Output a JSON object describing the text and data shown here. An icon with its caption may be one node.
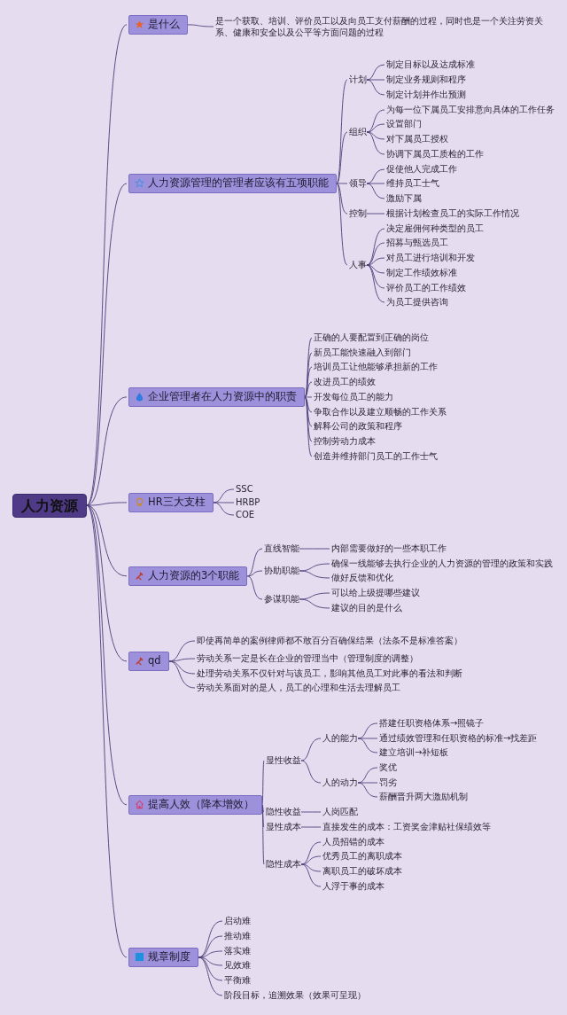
{
  "diagram": {
    "nodes": [
      {
        "text": [
          "人力资源"
        ]
      },
      {
        "text": [
          "是什么"
        ]
      },
      {
        "text": [
          "是一个获取、培训、评价员工以及向员工支付薪酬的过程，同时也是一个关注劳资关系、健康和安全以及公平等方面问题的过程"
        ]
      },
      {
        "text": [
          "人力资源管理的管理者应该有五项职能"
        ]
      },
      {
        "text": [
          "计划"
        ]
      },
      {
        "text": [
          "制定目标以及达成标准"
        ]
      },
      {
        "text": [
          "制定业务规则和程序"
        ]
      },
      {
        "text": [
          "制定计划并作出预测"
        ]
      },
      {
        "text": [
          "组织"
        ]
      },
      {
        "text": [
          "为每一位下属员工安排意向具体的工作任务"
        ]
      },
      {
        "text": [
          "设置部门"
        ]
      },
      {
        "text": [
          "对下属员工授权"
        ]
      },
      {
        "text": [
          "协调下属员工质检的工作"
        ]
      },
      {
        "text": [
          "领导"
        ]
      },
      {
        "text": [
          "促使他人完成工作"
        ]
      },
      {
        "text": [
          "维持员工士气"
        ]
      },
      {
        "text": [
          "激励下属"
        ]
      },
      {
        "text": [
          "控制"
        ]
      },
      {
        "text": [
          "根据计划检查员工的实际工作情况"
        ]
      },
      {
        "text": [
          "人事"
        ]
      },
      {
        "text": [
          "决定雇佣何种类型的员工"
        ]
      },
      {
        "text": [
          "招募与甄选员工"
        ]
      },
      {
        "text": [
          "对员工进行培训和开发"
        ]
      },
      {
        "text": [
          "制定工作绩效标准"
        ]
      },
      {
        "text": [
          "评价员工的工作绩效"
        ]
      },
      {
        "text": [
          "为员工提供咨询"
        ]
      },
      {
        "text": [
          "企业管理者在人力资源中的职责"
        ]
      },
      {
        "text": [
          "正确的人要配置到正确的岗位"
        ]
      },
      {
        "text": [
          "新员工能快速融入到部门"
        ]
      },
      {
        "text": [
          "培训员工让他能够承担新的工作"
        ]
      },
      {
        "text": [
          "改进员工的绩效"
        ]
      },
      {
        "text": [
          "开发每位员工的能力"
        ]
      },
      {
        "text": [
          "争取合作以及建立顺畅的工作关系"
        ]
      },
      {
        "text": [
          "解释公司的政策和程序"
        ]
      },
      {
        "text": [
          "控制劳动力成本"
        ]
      },
      {
        "text": [
          "创造并维持部门员工的工作士气"
        ]
      },
      {
        "text": [
          "HR三大支柱"
        ]
      },
      {
        "text": [
          "SSC"
        ]
      },
      {
        "text": [
          "HRBP"
        ]
      },
      {
        "text": [
          "COE"
        ]
      },
      {
        "text": [
          "人力资源的3个职能"
        ]
      },
      {
        "text": [
          "直线智能"
        ]
      },
      {
        "text": [
          "内部需要做好的一些本职工作"
        ]
      },
      {
        "text": [
          "协助职能"
        ]
      },
      {
        "text": [
          "确保一线能够去执行企业的人力资源的管理的政策和实践"
        ]
      },
      {
        "text": [
          "做好反馈和优化"
        ]
      },
      {
        "text": [
          "参谋职能"
        ]
      },
      {
        "text": [
          "可以给上级提哪些建议"
        ]
      },
      {
        "text": [
          "建议的目的是什么"
        ]
      },
      {
        "text": [
          "qd"
        ]
      },
      {
        "text": [
          "即使再简单的案例律师都不敢百分百确保结果（法条不是标准答案）"
        ]
      },
      {
        "text": [
          "劳动关系一定是长在企业的管理当中（管理制度的调整）"
        ]
      },
      {
        "text": [
          "处理劳动关系不仅针对与该员工，影响其他员工对此事的看法和判断"
        ]
      },
      {
        "text": [
          "劳动关系面对的是人，员工的心理和生活去理解员工"
        ]
      },
      {
        "text": [
          "提高人效（降本增效）"
        ]
      },
      {
        "text": [
          "显性收益"
        ]
      },
      {
        "text": [
          "人的能力"
        ]
      },
      {
        "text": [
          "搭建任职资格体系→照镜子"
        ]
      },
      {
        "text": [
          "通过绩效管理和任职资格的标准→找差距"
        ]
      },
      {
        "text": [
          "建立培训→补短板"
        ]
      },
      {
        "text": [
          "人的动力"
        ]
      },
      {
        "text": [
          "奖优"
        ]
      },
      {
        "text": [
          "罚劣"
        ]
      },
      {
        "text": [
          "薪酬晋升两大激励机制"
        ]
      },
      {
        "text": [
          "隐性收益"
        ]
      },
      {
        "text": [
          "人岗匹配"
        ]
      },
      {
        "text": [
          "显性成本"
        ]
      },
      {
        "text": [
          "直接发生的成本：工资奖金津贴社保绩效等"
        ]
      },
      {
        "text": [
          "隐性成本"
        ]
      },
      {
        "text": [
          "人员招错的成本"
        ]
      },
      {
        "text": [
          "优秀员工的离职成本"
        ]
      },
      {
        "text": [
          "离职员工的破坏成本"
        ]
      },
      {
        "text": [
          "人浮于事的成本"
        ]
      },
      {
        "text": [
          "规章制度"
        ]
      },
      {
        "text": [
          "启动难"
        ]
      },
      {
        "text": [
          "推动难"
        ]
      },
      {
        "text": [
          "落实难"
        ]
      },
      {
        "text": [
          "见效难"
        ]
      },
      {
        "text": [
          "平衡难"
        ]
      },
      {
        "text": [
          "阶段目标，追溯效果（效果可呈现）"
        ]
      }
    ],
    "edges": [
      {
        "from": 0,
        "to": 1,
        "arrow": "none"
      },
      {
        "from": 1,
        "to": 2,
        "arrow": "none"
      },
      {
        "from": 0,
        "to": 3,
        "arrow": "none"
      },
      {
        "from": 3,
        "to": 4,
        "arrow": "none"
      },
      {
        "from": 4,
        "to": 5,
        "arrow": "none"
      },
      {
        "from": 4,
        "to": 6,
        "arrow": "none"
      },
      {
        "from": 4,
        "to": 7,
        "arrow": "none"
      },
      {
        "from": 3,
        "to": 8,
        "arrow": "none"
      },
      {
        "from": 8,
        "to": 9,
        "arrow": "none"
      },
      {
        "from": 8,
        "to": 10,
        "arrow": "none"
      },
      {
        "from": 8,
        "to": 11,
        "arrow": "none"
      },
      {
        "from": 8,
        "to": 12,
        "arrow": "none"
      },
      {
        "from": 3,
        "to": 13,
        "arrow": "none"
      },
      {
        "from": 13,
        "to": 14,
        "arrow": "none"
      },
      {
        "from": 13,
        "to": 15,
        "arrow": "none"
      },
      {
        "from": 13,
        "to": 16,
        "arrow": "none"
      },
      {
        "from": 3,
        "to": 17,
        "arrow": "none"
      },
      {
        "from": 17,
        "to": 18,
        "arrow": "none"
      },
      {
        "from": 3,
        "to": 19,
        "arrow": "none"
      },
      {
        "from": 19,
        "to": 20,
        "arrow": "none"
      },
      {
        "from": 19,
        "to": 21,
        "arrow": "none"
      },
      {
        "from": 19,
        "to": 22,
        "arrow": "none"
      },
      {
        "from": 19,
        "to": 23,
        "arrow": "none"
      },
      {
        "from": 19,
        "to": 24,
        "arrow": "none"
      },
      {
        "from": 19,
        "to": 25,
        "arrow": "none"
      },
      {
        "from": 0,
        "to": 26,
        "arrow": "none"
      },
      {
        "from": 26,
        "to": 27,
        "arrow": "none"
      },
      {
        "from": 26,
        "to": 28,
        "arrow": "none"
      },
      {
        "from": 26,
        "to": 29,
        "arrow": "none"
      },
      {
        "from": 26,
        "to": 30,
        "arrow": "none"
      },
      {
        "from": 26,
        "to": 31,
        "arrow": "none"
      },
      {
        "from": 26,
        "to": 32,
        "arrow": "none"
      },
      {
        "from": 26,
        "to": 33,
        "arrow": "none"
      },
      {
        "from": 26,
        "to": 34,
        "arrow": "none"
      },
      {
        "from": 26,
        "to": 35,
        "arrow": "none"
      },
      {
        "from": 0,
        "to": 36,
        "arrow": "none"
      },
      {
        "from": 36,
        "to": 37,
        "arrow": "none"
      },
      {
        "from": 36,
        "to": 38,
        "arrow": "none"
      },
      {
        "from": 36,
        "to": 39,
        "arrow": "none"
      },
      {
        "from": 0,
        "to": 40,
        "arrow": "none"
      },
      {
        "from": 40,
        "to": 41,
        "arrow": "none"
      },
      {
        "from": 41,
        "to": 42,
        "arrow": "none"
      },
      {
        "from": 40,
        "to": 43,
        "arrow": "none"
      },
      {
        "from": 43,
        "to": 44,
        "arrow": "none"
      },
      {
        "from": 43,
        "to": 45,
        "arrow": "none"
      },
      {
        "from": 40,
        "to": 46,
        "arrow": "none"
      },
      {
        "from": 46,
        "to": 47,
        "arrow": "none"
      },
      {
        "from": 46,
        "to": 48,
        "arrow": "none"
      },
      {
        "from": 0,
        "to": 49,
        "arrow": "none"
      },
      {
        "from": 49,
        "to": 50,
        "arrow": "none"
      },
      {
        "from": 49,
        "to": 51,
        "arrow": "none"
      },
      {
        "from": 49,
        "to": 52,
        "arrow": "none"
      },
      {
        "from": 49,
        "to": 53,
        "arrow": "none"
      },
      {
        "from": 0,
        "to": 54,
        "arrow": "none"
      },
      {
        "from": 54,
        "to": 55,
        "arrow": "none"
      },
      {
        "from": 55,
        "to": 56,
        "arrow": "none"
      },
      {
        "from": 56,
        "to": 57,
        "arrow": "none"
      },
      {
        "from": 56,
        "to": 58,
        "arrow": "none"
      },
      {
        "from": 56,
        "to": 59,
        "arrow": "none"
      },
      {
        "from": 55,
        "to": 60,
        "arrow": "none"
      },
      {
        "from": 60,
        "to": 61,
        "arrow": "none"
      },
      {
        "from": 60,
        "to": 62,
        "arrow": "none"
      },
      {
        "from": 60,
        "to": 63,
        "arrow": "none"
      },
      {
        "from": 54,
        "to": 64,
        "arrow": "none"
      },
      {
        "from": 64,
        "to": 65,
        "arrow": "none"
      },
      {
        "from": 54,
        "to": 66,
        "arrow": "none"
      },
      {
        "from": 66,
        "to": 67,
        "arrow": "none"
      },
      {
        "from": 54,
        "to": 68,
        "arrow": "none"
      },
      {
        "from": 68,
        "to": 69,
        "arrow": "none"
      },
      {
        "from": 68,
        "to": 70,
        "arrow": "none"
      },
      {
        "from": 68,
        "to": 71,
        "arrow": "none"
      },
      {
        "from": 68,
        "to": 72,
        "arrow": "none"
      },
      {
        "from": 0,
        "to": 73,
        "arrow": "none"
      },
      {
        "from": 73,
        "to": 74,
        "arrow": "none"
      },
      {
        "from": 73,
        "to": 75,
        "arrow": "none"
      },
      {
        "from": 73,
        "to": 76,
        "arrow": "none"
      },
      {
        "from": 73,
        "to": 77,
        "arrow": "none"
      },
      {
        "from": 73,
        "to": 78,
        "arrow": "none"
      },
      {
        "from": 73,
        "to": 79,
        "arrow": "none"
      }
    ]
  }
}
